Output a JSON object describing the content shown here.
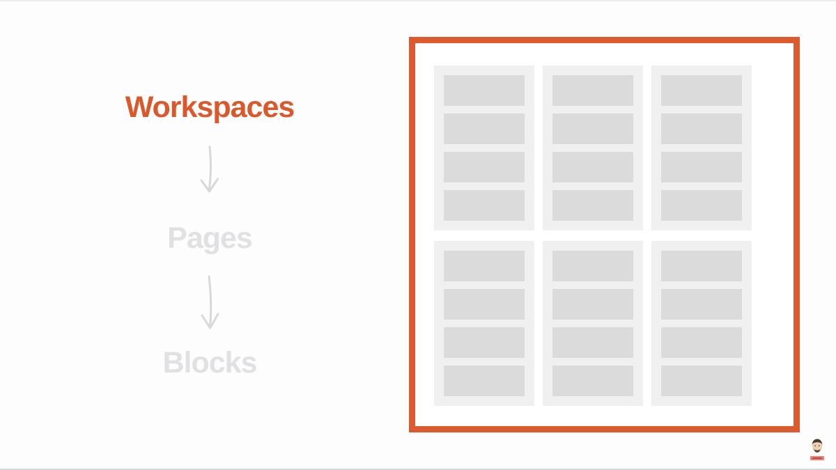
{
  "page": {
    "background_color": "#fdfdfd",
    "accent_color": "#d9582c",
    "inactive_text_color": "#e1e1e3",
    "arrow_color": "#d8d8d8"
  },
  "hierarchy": {
    "items": [
      {
        "label": "Workspaces",
        "state": "active"
      },
      {
        "label": "Pages",
        "state": "inactive"
      },
      {
        "label": "Blocks",
        "state": "inactive"
      }
    ]
  },
  "workspace_diagram": {
    "border_color": "#dc5a2e",
    "page_panel_color": "#f0f0f1",
    "block_bar_color": "#dbdbdc",
    "columns": 3,
    "rows": 2,
    "blocks_per_page": 4
  },
  "branding": {
    "logo": "face-avatar-with-badge",
    "badge_color": "#ee8176"
  }
}
